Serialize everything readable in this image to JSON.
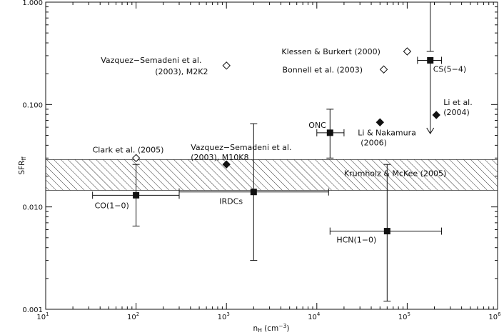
{
  "chart_data": {
    "type": "scatter",
    "x_scale": "log",
    "y_scale": "log",
    "xlim": [
      10,
      1000000
    ],
    "ylim": [
      0.001,
      1.0
    ],
    "xlabel": "n_H (cm^-3)",
    "xlabel_main": "n",
    "xlabel_sub": "H",
    "xlabel_unit": " (cm",
    "xlabel_exp": "−3",
    "xlabel_close": ")",
    "ylabel": "SFR_ff",
    "ylabel_main": "SFR",
    "ylabel_sub": "ff",
    "x_ticks": [
      {
        "value": 10,
        "base": "10",
        "exp": "1"
      },
      {
        "value": 100,
        "base": "10",
        "exp": "2"
      },
      {
        "value": 1000,
        "base": "10",
        "exp": "3"
      },
      {
        "value": 10000,
        "base": "10",
        "exp": "4"
      },
      {
        "value": 100000,
        "base": "10",
        "exp": "5"
      },
      {
        "value": 1000000,
        "base": "10",
        "exp": "6"
      }
    ],
    "y_ticks": [
      {
        "value": 0.001,
        "label": "0.001"
      },
      {
        "value": 0.01,
        "label": "0.010"
      },
      {
        "value": 0.1,
        "label": "0.100"
      },
      {
        "value": 1.0,
        "label": "1.000"
      }
    ],
    "band": {
      "y_min": 0.0145,
      "y_max": 0.029,
      "label": "Krumholz & McKee (2005)"
    },
    "observations": [
      {
        "label": "CO(1−0)",
        "x": 100,
        "y": 0.013,
        "x_err": [
          33,
          300
        ],
        "y_err": [
          0.0065,
          0.026
        ]
      },
      {
        "label": "IRDCs",
        "x": 2000,
        "y": 0.014,
        "x_err": [
          300,
          13500
        ],
        "y_err": [
          0.003,
          0.065
        ]
      },
      {
        "label": "ONC",
        "x": 14000,
        "y": 0.053,
        "x_err": [
          10000,
          20000
        ],
        "y_err": [
          0.03,
          0.09
        ]
      },
      {
        "label": "CS(5−4)",
        "x": 180000,
        "y": 0.27,
        "x_err": [
          130000,
          240000
        ],
        "y_err_low": 0.33,
        "y_err_high": 1.0,
        "upper_limit_to": 0.052
      },
      {
        "label": "HCN(1−0)",
        "x": 60000,
        "y": 0.0058,
        "x_err": [
          14000,
          240000
        ],
        "y_err": [
          0.0012,
          0.026
        ]
      }
    ],
    "simulations_filled": [
      {
        "label": "Vazquez−Semadeni et al.",
        "label2": "(2003), M10K8",
        "x": 1000,
        "y": 0.026
      },
      {
        "label": "Li & Nakamura",
        "label2": "(2006)",
        "x": 50000,
        "y": 0.067
      },
      {
        "label": "Li et al.",
        "label2": "(2004)",
        "x": 210000,
        "y": 0.079
      }
    ],
    "simulations_open": [
      {
        "label": "Vazquez−Semadeni et al.",
        "label2": "(2003), M2K2",
        "x": 1000,
        "y": 0.24
      },
      {
        "label": "Klessen & Burkert (2000)",
        "x": 100000,
        "y": 0.33
      },
      {
        "label": "Bonnell et al. (2003)",
        "x": 55000,
        "y": 0.22
      },
      {
        "label": "Clark et al. (2005)",
        "x": 100,
        "y": 0.03
      }
    ],
    "colors": {
      "marker": "#111111",
      "axis": "#111111",
      "hatch": "#333333",
      "background": "#ffffff"
    }
  }
}
